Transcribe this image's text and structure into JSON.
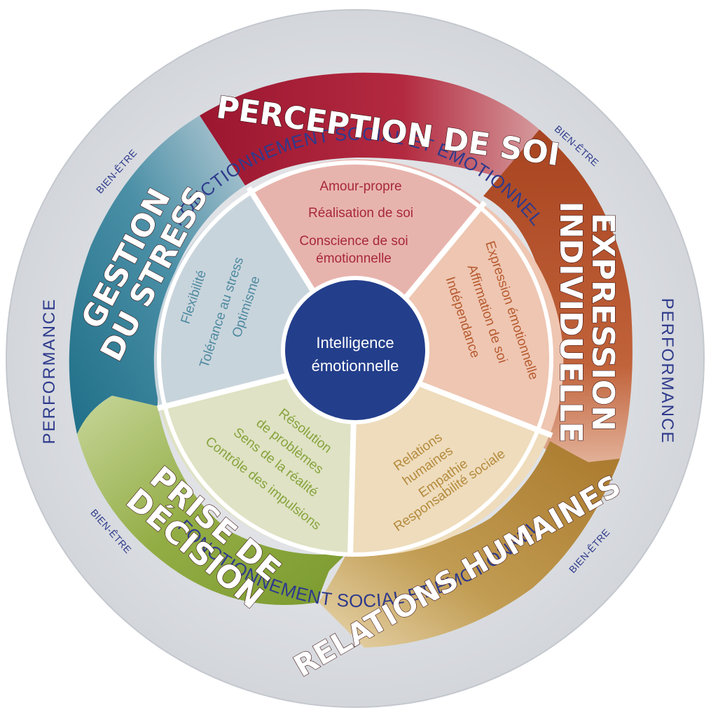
{
  "outer_ring": {
    "top": "FONCTIONNEMENT SOCIAL ET ÉMOTIONNEL",
    "bottom": "FONCTIONNEMENT SOCIAL ET ÉMOTIONNEL",
    "left": "PERFORMANCE",
    "right": "PERFORMANCE",
    "bien_etre": "BIEN-ÊTRE"
  },
  "center": {
    "line1": "Intelligence",
    "line2": "émotionnelle",
    "color": "#233e8b"
  },
  "segments": {
    "perception": {
      "title": "PERCEPTION DE SOI",
      "items": [
        "Amour-propre",
        "Réalisation de soi",
        "Conscience de soi",
        "émotionnelle"
      ],
      "color": "#a81e36",
      "text_color": "#a8283c"
    },
    "expression": {
      "title1": "EXPRESSION",
      "title2": "INDIVIDUELLE",
      "items": [
        "Expression émotionnelle",
        "Affirmation de soi",
        "Indépendance"
      ],
      "color": "#b5502a",
      "text_color": "#b75a2e"
    },
    "relations": {
      "title": "RELATIONS HUMAINES",
      "items": [
        "Relations",
        "humaines",
        "Empathie",
        "Responsabilité sociale"
      ],
      "color": "#b88b3a",
      "text_color": "#b48a3c"
    },
    "decision": {
      "title1": "PRISE DE",
      "title2": "DÉCISION",
      "items": [
        "Résolution",
        "de problèmes",
        "Sens de la réalité",
        "Contrôle des impulsions"
      ],
      "color": "#8aa83a",
      "text_color": "#86a33c"
    },
    "stress": {
      "title1": "GESTION",
      "title2": "DU STRESS",
      "items": [
        "Flexibilité",
        "Tolérance au stress",
        "Optimisme"
      ],
      "color": "#2e7f96",
      "text_color": "#4f8aa0"
    }
  }
}
